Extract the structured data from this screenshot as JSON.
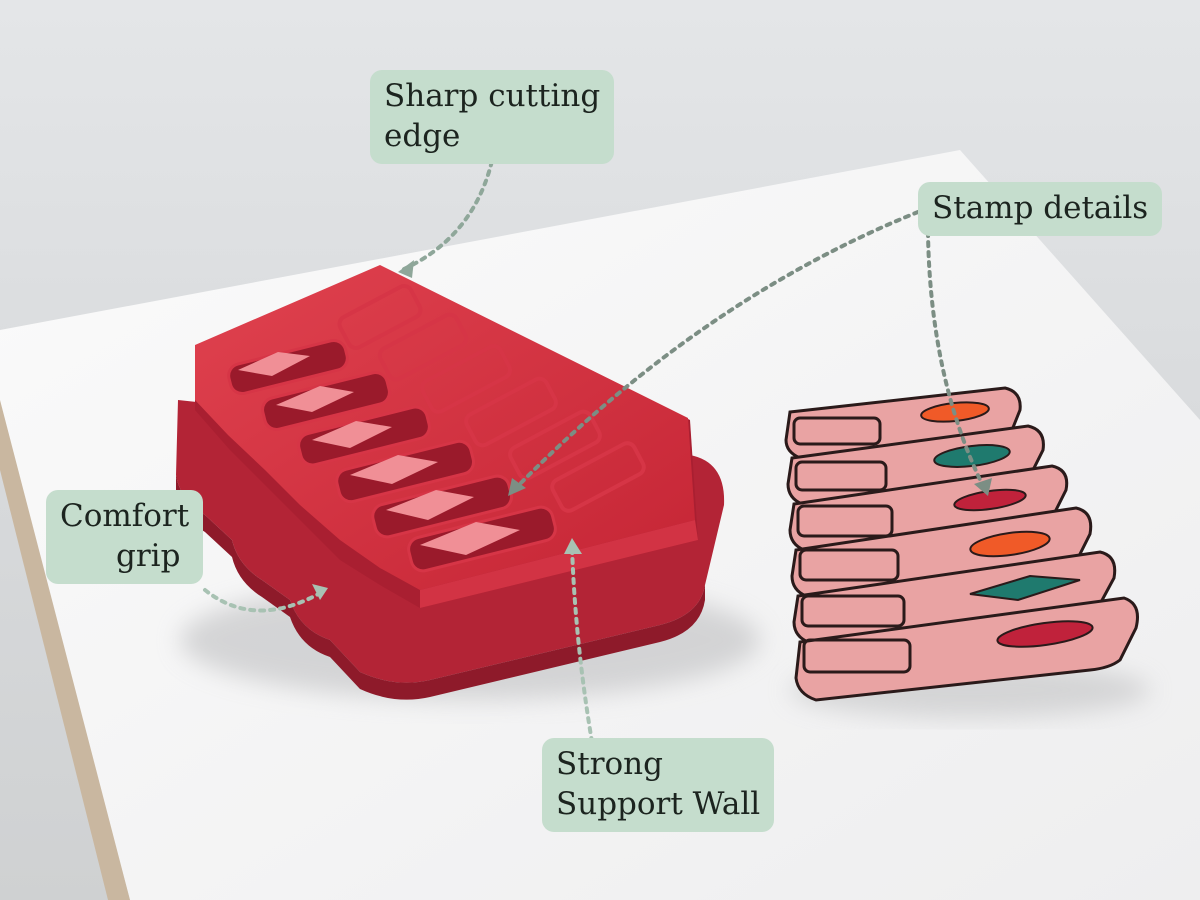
{
  "callouts": {
    "sharp_edge": {
      "line1": "Sharp cutting",
      "line2": "edge"
    },
    "stamp_details": {
      "text": "Stamp details"
    },
    "comfort_grip": {
      "line1": "Comfort",
      "line2": "grip"
    },
    "support_wall": {
      "line1": "Strong",
      "line2": "Support Wall"
    }
  },
  "colors": {
    "label_background": "#c5ddcd",
    "cutter_red": "#c82a3a",
    "clay_pink": "#e9a3a3",
    "accent_orange": "#f05a28",
    "accent_teal": "#1f7a6e",
    "accent_red": "#c0223b"
  }
}
